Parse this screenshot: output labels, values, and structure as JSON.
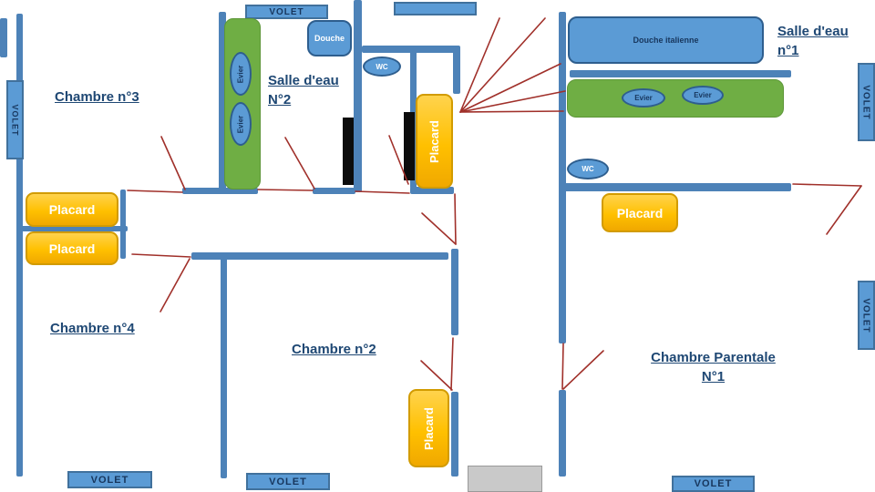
{
  "labels": {
    "chambre3": "Chambre n°3",
    "chambre4": "Chambre n°4",
    "chambre2": "Chambre n°2",
    "chambre_parentale_line1": "Chambre Parentale",
    "chambre_parentale_line2": "N°1",
    "salle_eau_2_line1": "Salle d'eau",
    "salle_eau_2_line2": "N°2",
    "salle_eau_1_line1": "Salle d'eau",
    "salle_eau_1_line2": "n°1",
    "volet": "VOLET",
    "placard": "Placard",
    "douche": "Douche",
    "douche_italienne": "Douche italienne",
    "wc": "WC",
    "evier": "Evier"
  },
  "colors": {
    "wall": "#4d82b8",
    "shutter_fill": "#5b9bd5",
    "shutter_border": "#41719c",
    "shutter_text": "#17365d",
    "fixture_fill": "#5b9bd5",
    "fixture_border": "#2e5e8e",
    "counter_green": "#6fae44",
    "closet_yellow": "#ffc000",
    "closet_border": "#d29b00",
    "room_label": "#1f4874",
    "door_swing_red": "#a0302a",
    "door_panel_black": "#0c0c0c",
    "gray_box": "#c9c9c9"
  }
}
